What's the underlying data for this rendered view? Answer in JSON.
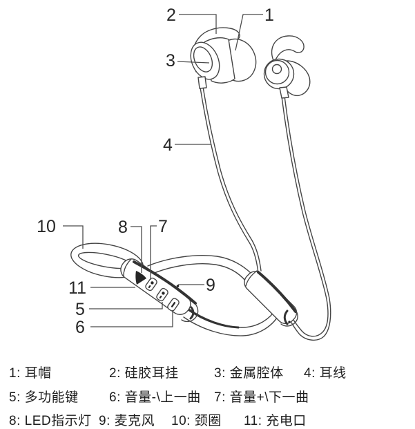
{
  "callouts": {
    "c1": "1",
    "c2": "2",
    "c3": "3",
    "c4": "4",
    "c5": "5",
    "c6": "6",
    "c7": "7",
    "c8": "8",
    "c9": "9",
    "c10": "10",
    "c11": "11"
  },
  "legend": {
    "row1": {
      "i1": "1: 耳帽",
      "i2": "2: 硅胶耳挂",
      "i3": "3: 金属腔体",
      "i4": "4: 耳线"
    },
    "row2": {
      "i1": "5: 多功能键",
      "i2": "6: 音量-\\上一曲",
      "i3": "7: 音量+\\下一曲"
    },
    "row3": {
      "i1": "8: LED指示灯",
      "i2": "9: 麦克风",
      "i3": "10: 颈圈",
      "i4": "11: 充电口"
    }
  },
  "colors": {
    "background": "#ffffff",
    "line_art": "#454545",
    "bold_edge": "#333333",
    "label_text": "#272727",
    "legend_text": "#1d1d1d"
  }
}
